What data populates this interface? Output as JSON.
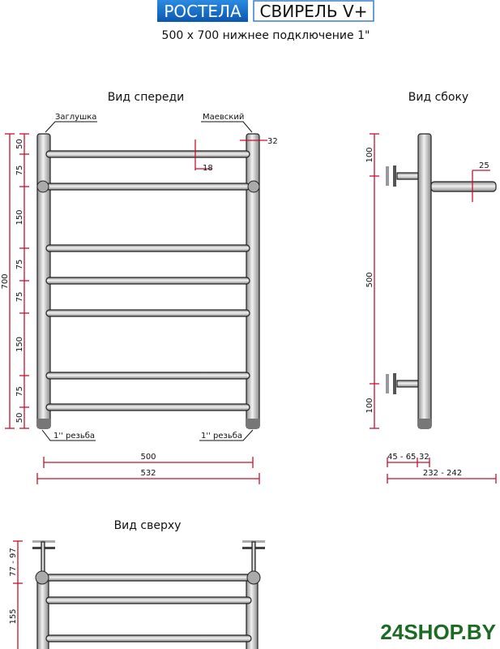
{
  "header": {
    "brand": "РОСТЕЛА",
    "model": "СВИРЕЛЬ V+",
    "subtitle": "500 х 700 нижнее подключение 1\""
  },
  "front_view": {
    "title": "Вид спереди",
    "label_plug": "Заглушка",
    "label_valve": "Маевский",
    "label_thread_left": "1'' резьба",
    "label_thread_right": "1'' резьба",
    "dim_total_height": "700",
    "dim_steps": [
      "50",
      "75",
      "150",
      "75",
      "75",
      "150",
      "75",
      "50"
    ],
    "dim_pipe": "32",
    "dim_bar": "18",
    "dim_width_axis": "500",
    "dim_width_total": "532"
  },
  "side_view": {
    "title": "Вид сбоку",
    "dim_top": "100",
    "dim_middle": "500",
    "dim_bottom": "100",
    "dim_bar": "25",
    "dim_wall": "45 - 65",
    "dim_pipe": "32",
    "dim_depth": "232 - 242"
  },
  "top_view": {
    "title": "Вид сверху",
    "dim_wall": "77 - 97",
    "dim_depth": "155"
  },
  "watermark": "24SHOP.BY",
  "colors": {
    "brand_blue": "#1a6fc9",
    "dimension": "#c8102e",
    "watermark": "#1d6a22"
  }
}
